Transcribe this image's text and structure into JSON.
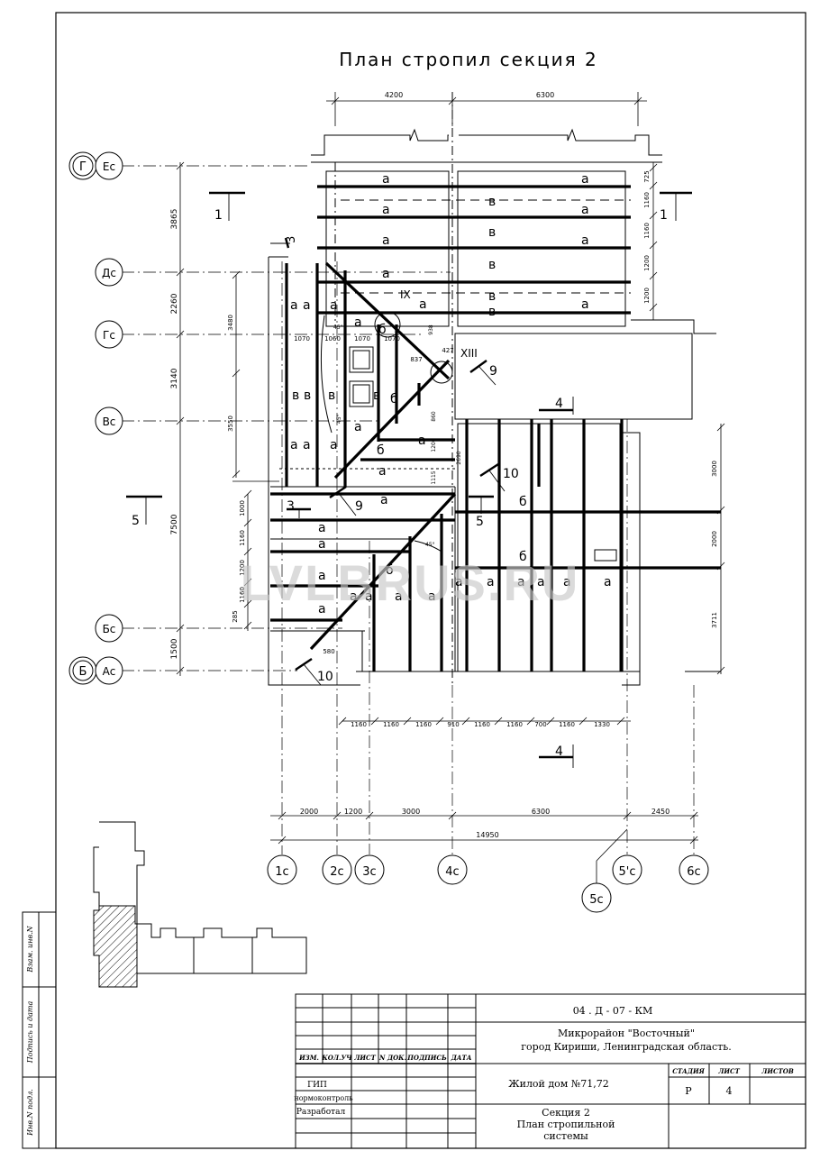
{
  "title": "План стропил секция 2",
  "watermark": "LVLBRUS.RU",
  "dims_top": [
    "4200",
    "6300"
  ],
  "dims_left": [
    "3865",
    "2260",
    "3140",
    "7500",
    "1500"
  ],
  "dims_left_inner": [
    "3480",
    "3550"
  ],
  "dims_left_small": [
    "1000",
    "1160",
    "1200",
    "1160",
    "285"
  ],
  "dims_right": [
    "725",
    "1160",
    "1160",
    "1200",
    "1200"
  ],
  "dims_right_low": [
    "3000",
    "2000",
    "3711"
  ],
  "dims_row_inner": [
    "1070",
    "1060",
    "1070",
    "1070"
  ],
  "dims_misc": [
    "938",
    "427",
    "837",
    "860",
    "1200",
    "2690",
    "1115",
    "580",
    "45°",
    "45°",
    "45°"
  ],
  "dims_bottom1": [
    "1160",
    "1160",
    "1160",
    "910",
    "1160",
    "1160",
    "700",
    "1160",
    "1330"
  ],
  "dims_bottom2": [
    "2000",
    "1200",
    "3000",
    "6300",
    "2450"
  ],
  "dim_total": "14950",
  "axes_left": [
    "Ес",
    "Дс",
    "Гс",
    "Вс",
    "Бс",
    "Ас"
  ],
  "axes_left_outer": [
    "Г",
    "Б"
  ],
  "axes_bottom": [
    "1с",
    "2с",
    "3с",
    "4с",
    "5'с",
    "6с",
    "5с"
  ],
  "sections": [
    "1",
    "1",
    "3",
    "3",
    "4",
    "4",
    "5",
    "5",
    "9",
    "9",
    "10",
    "10"
  ],
  "nodes": [
    "IX",
    "XIII"
  ],
  "mark_a": "а",
  "mark_b": "б",
  "mark_v": "в",
  "stamp": {
    "code": "04 . Д - 07 -  КМ",
    "project_1": "Микрорайон \"Восточный\"",
    "project_2": "город Кириши, Ленинградская область.",
    "building": "Жилой дом №71,72",
    "sheet_title_1": "Секция 2",
    "sheet_title_2": "План  стропильной",
    "sheet_title_3": "системы",
    "cols": [
      "ИЗМ.",
      "КОЛ.УЧ",
      "ЛИСТ",
      "N  ДОК.",
      "ПОДПИСЬ",
      "ДАТА"
    ],
    "roles": [
      "ГИП",
      "нормоконтроль",
      "Разработал"
    ],
    "stage_label": "СТАДИЯ",
    "sheet_label": "ЛИСТ",
    "sheets_label": "ЛИСТОВ",
    "stage": "Р",
    "sheet": "4"
  },
  "side": [
    "Взам.  инв.N",
    "Подпись  и  дата",
    "Инв.N  подл."
  ]
}
